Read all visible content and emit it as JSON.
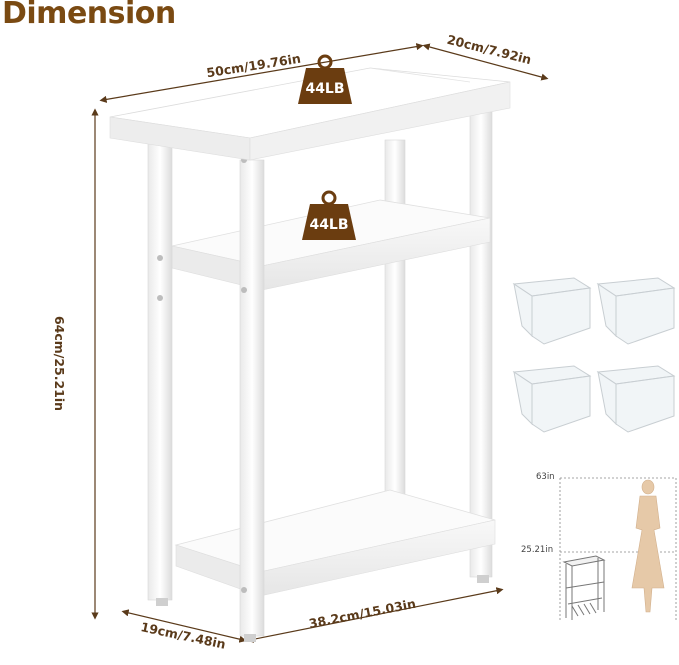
{
  "title": "Dimension",
  "dimensions": {
    "top_width": "50cm/19.76in",
    "top_depth": "20cm/7.92in",
    "height": "64cm/25.21in",
    "bottom_depth": "19cm/7.48in",
    "bottom_width": "38.2cm/15.03in"
  },
  "load": {
    "top": "44LB",
    "shelf": "44LB"
  },
  "scale_reference": {
    "person_height": "63in",
    "table_height": "25.21in"
  },
  "colors": {
    "title": "#7a4a12",
    "dimension_text": "#5a3a1a",
    "weight_badge": "#6b3d10"
  },
  "icons": [
    "weight-icon",
    "leveling-foot-icon"
  ]
}
